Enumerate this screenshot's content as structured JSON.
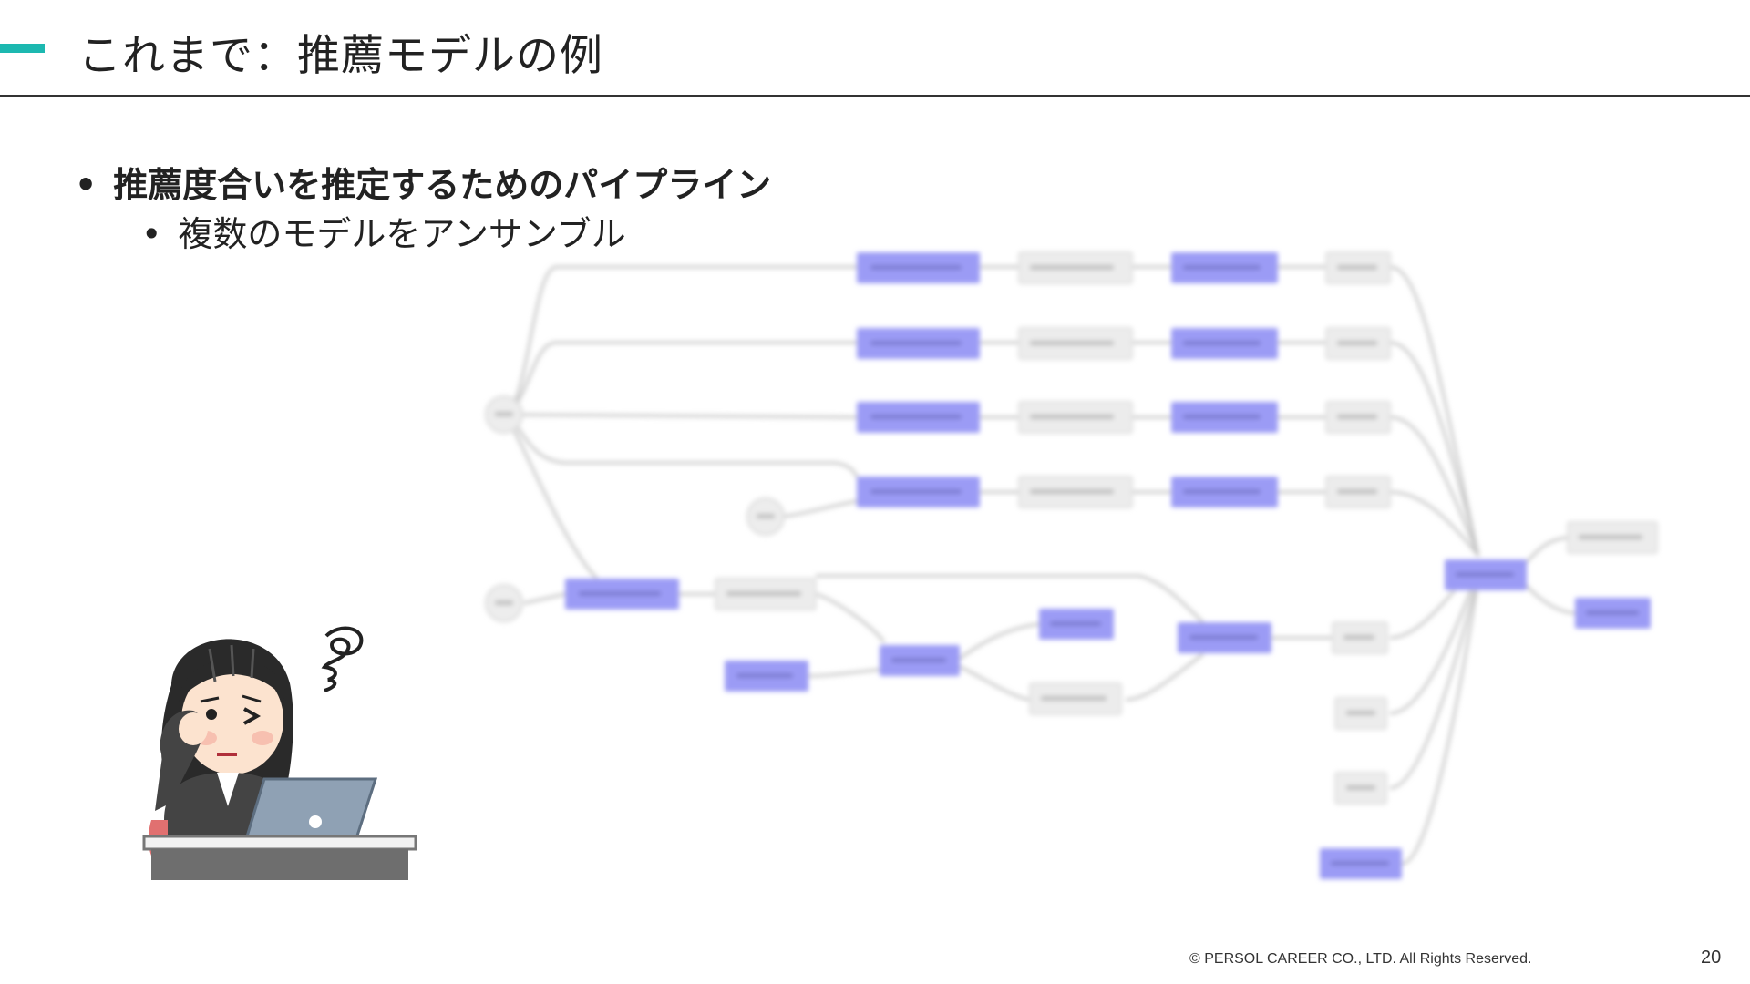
{
  "slide": {
    "title": "これまで：推薦モデルの例",
    "bullets": [
      {
        "marker": "•",
        "text": "推薦度合いを推定するためのパイプライン"
      },
      {
        "marker": "•",
        "text": "複数のモデルをアンサンブル"
      }
    ],
    "footer": "© PERSOL CAREER CO., LTD. All Rights Reserved.",
    "page_number": "20"
  },
  "colors": {
    "accent": "#1cb8b0",
    "node_model": "#9b9bf5",
    "node_step": "#ececec",
    "edge": "#c4c4c4"
  },
  "icons": {
    "person": "confused-businesswoman-with-laptop-illustration"
  }
}
